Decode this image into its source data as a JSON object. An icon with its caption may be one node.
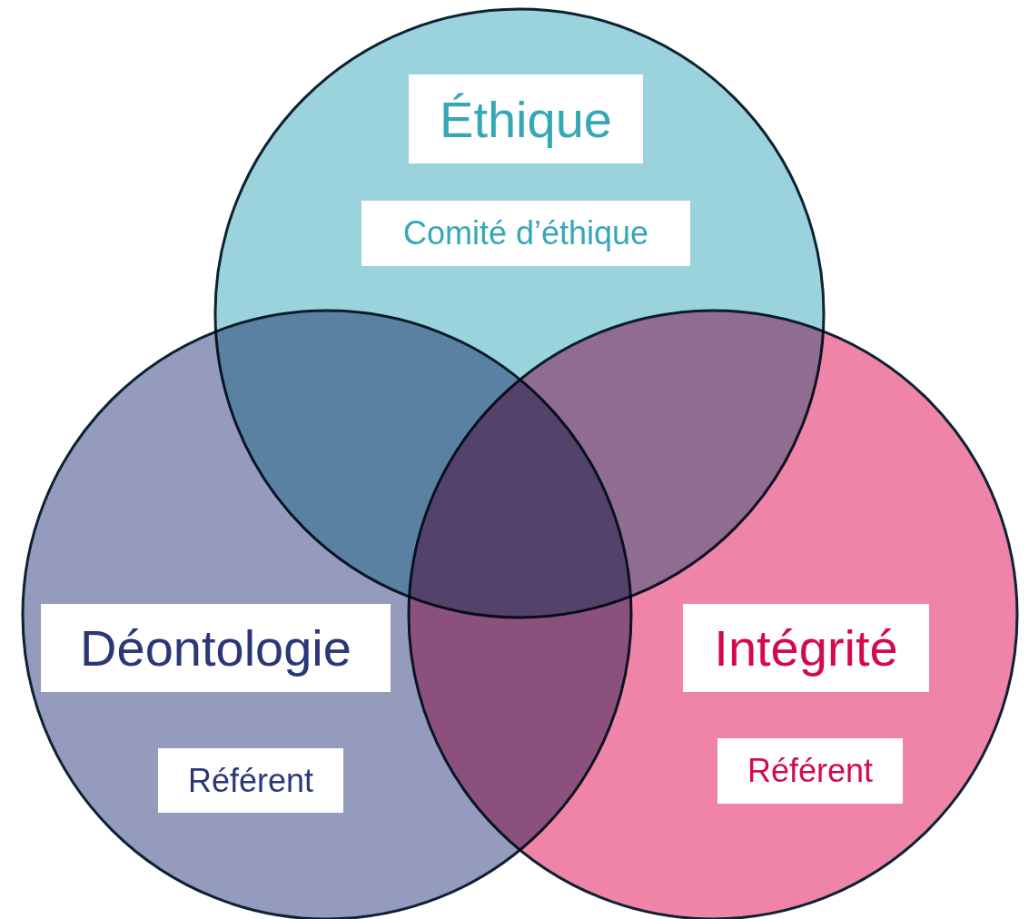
{
  "diagram": {
    "nodes": [
      {
        "text": [
          "Éthique",
          "Comité d’éthique"
        ]
      },
      {
        "text": [
          "Déontologie",
          "Référent"
        ]
      },
      {
        "text": [
          "Intégrité",
          "Référent"
        ]
      }
    ],
    "edges": []
  }
}
